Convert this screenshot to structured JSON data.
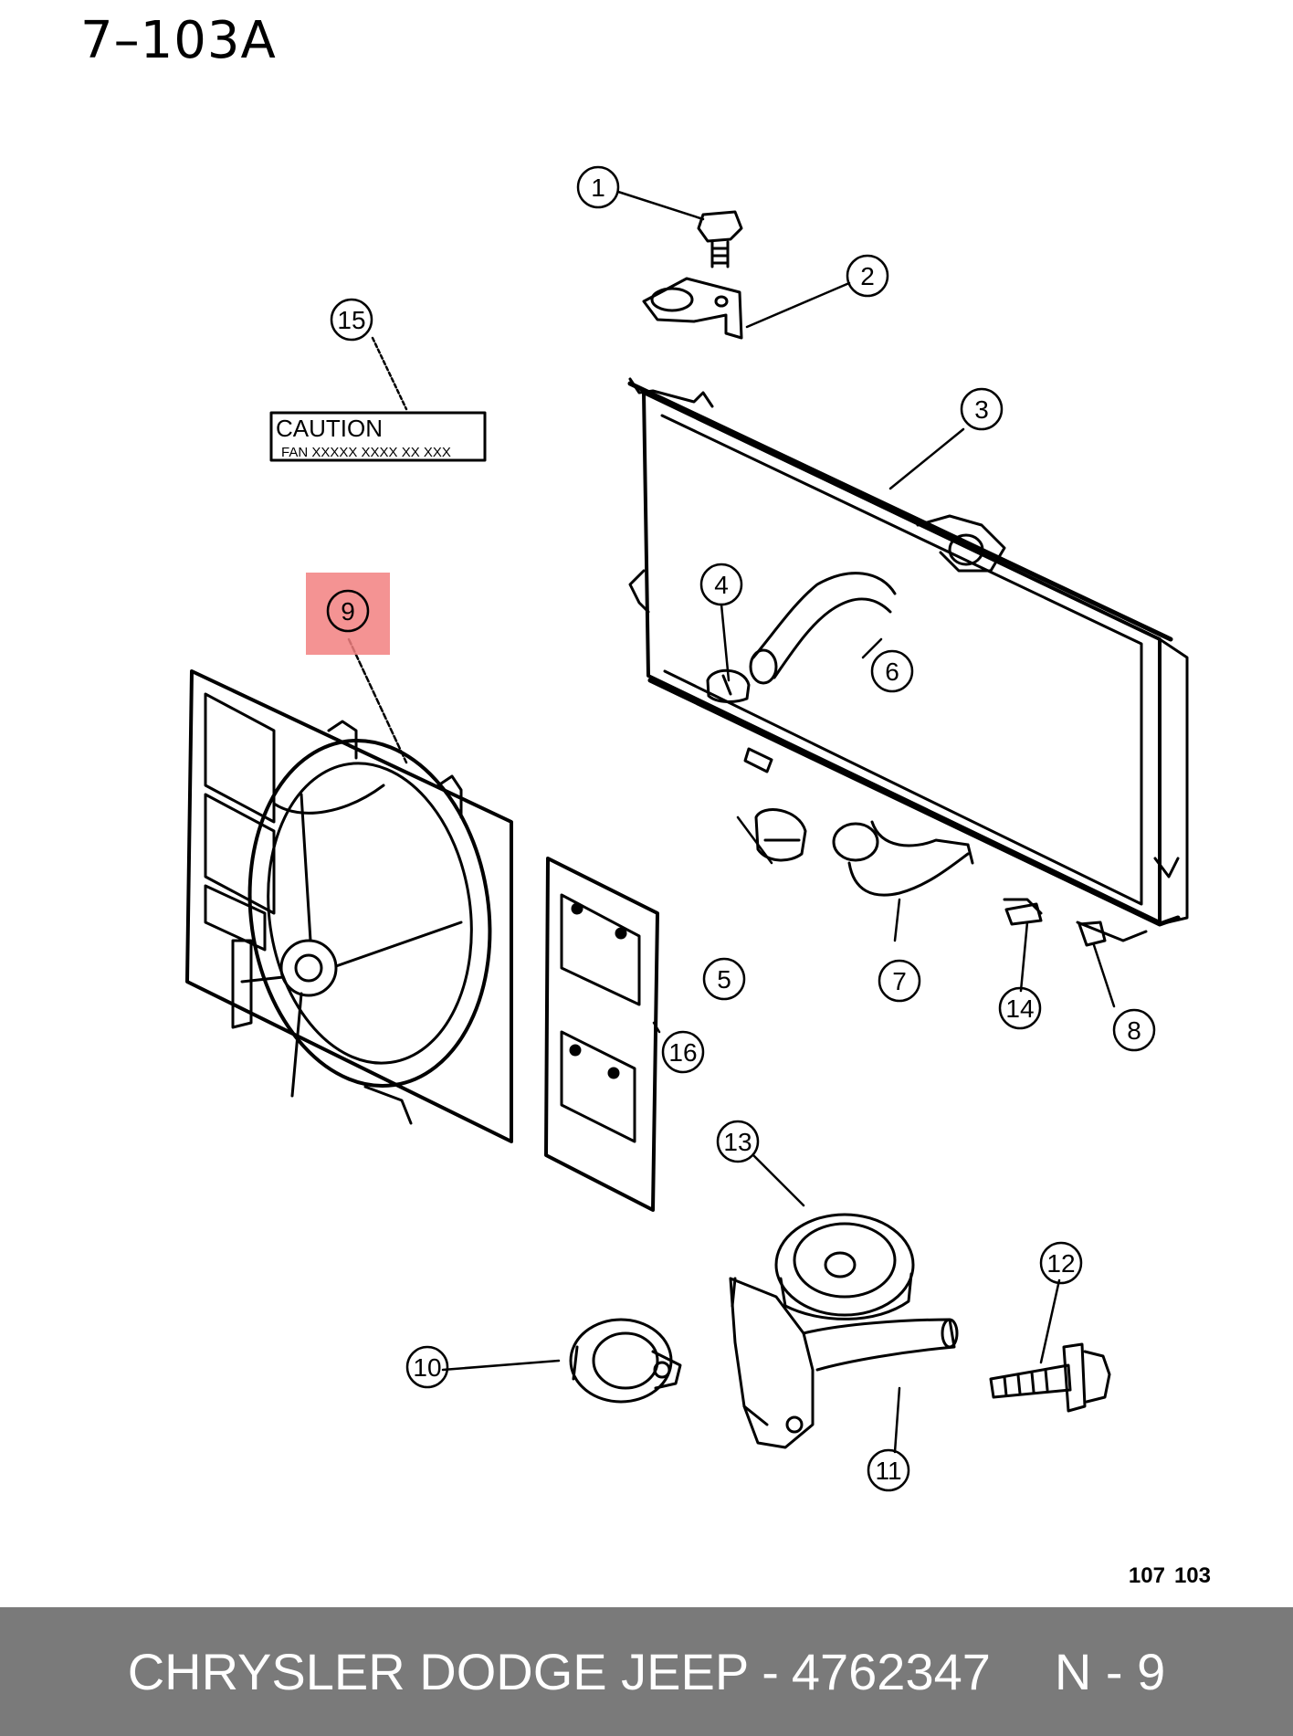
{
  "page_number": "7–103A",
  "drawing_code": [
    "107",
    "103"
  ],
  "caution_label": {
    "title": "CAUTION",
    "text": "FAN XXXXX XXXX XX XXX"
  },
  "callouts": [
    "1",
    "2",
    "3",
    "4",
    "5",
    "6",
    "7",
    "8",
    "9",
    "10",
    "11",
    "12",
    "13",
    "14",
    "15",
    "16"
  ],
  "highlight": {
    "callout": "9",
    "color": "#f28080"
  },
  "footer": {
    "brand": "CHRYSLER DODGE JEEP",
    "separator": "-",
    "part_number": "4762347",
    "position": "N - 9",
    "background": "#7a7a7a"
  }
}
